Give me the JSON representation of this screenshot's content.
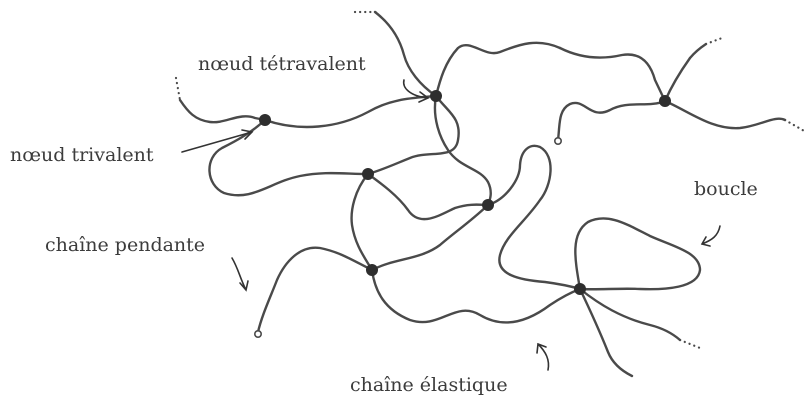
{
  "labels": {
    "noeud_tetravalent": "nœud tétravalent",
    "noeud_trivalent": "nœud trivalent",
    "boucle": "boucle",
    "chaine_pendante": "chaîne pendante",
    "chaine_elastique": "chaîne élastique"
  },
  "colors": {
    "line": "#4a4a4a",
    "node": "#2e2e2e",
    "text": "#3c3c3c",
    "background": "#ffffff"
  }
}
